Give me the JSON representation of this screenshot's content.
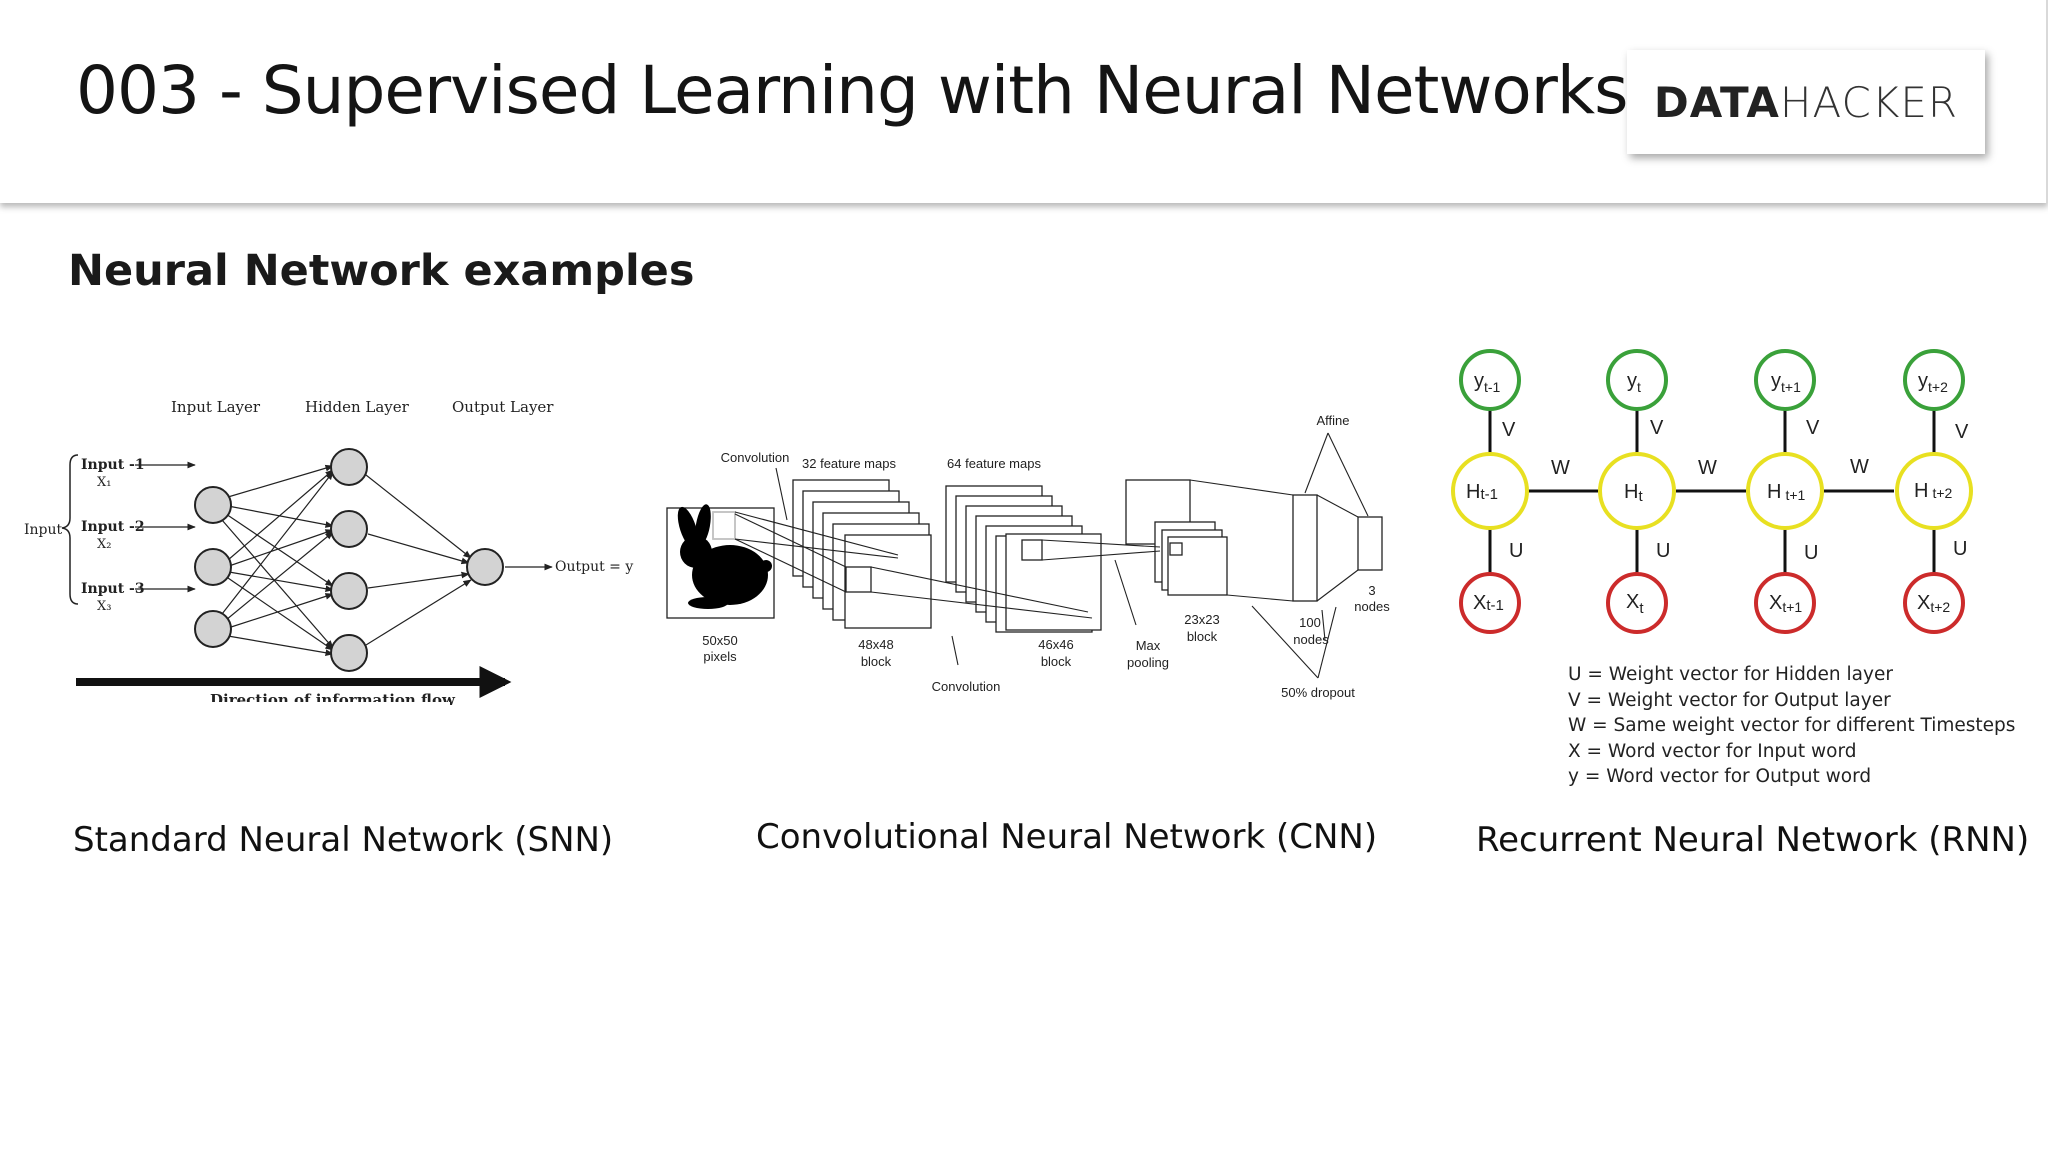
{
  "slide": {
    "title": "003 - Supervised Learning with Neural Networks",
    "logo": {
      "bold": "DATA",
      "light": "HACKER"
    },
    "subtitle": "Neural Network examples"
  },
  "snn": {
    "caption": "Standard Neural Network (SNN)",
    "labels": {
      "input_layer": "Input Layer",
      "hidden_layer": "Hidden Layer",
      "output_layer": "Output Layer",
      "input": "Input",
      "input1": "Input -1",
      "input2": "Input -2",
      "input3": "Input -3",
      "x1": "X₁",
      "x2": "X₂",
      "x3": "X₃",
      "output": "Output = y",
      "flow": "Direction of information flow"
    }
  },
  "cnn": {
    "caption": "Convolutional Neural Network (CNN)",
    "labels": {
      "convolution_top": "Convolution",
      "maps32": "32 feature maps",
      "maps64": "64 feature maps",
      "affine": "Affine",
      "px1": "50x50",
      "px2": "pixels",
      "b48a": "48x48",
      "b48b": "block",
      "convolution_bottom": "Convolution",
      "b46a": "46x46",
      "b46b": "block",
      "max1": "Max",
      "max2": "pooling",
      "b23a": "23x23",
      "b23b": "block",
      "n100a": "100",
      "n100b": "nodes",
      "n3a": "3",
      "n3b": "nodes",
      "dropout": "50% dropout"
    }
  },
  "rnn": {
    "caption": "Recurrent Neural Network (RNN)",
    "labels": {
      "y1": "y",
      "y1s": "t-1",
      "y2": "y",
      "y2s": "t",
      "y3": "y",
      "y3s": "t+1",
      "y4": "y",
      "y4s": "t+2",
      "h1": "H",
      "h1s": "t-1",
      "h2": "H",
      "h2s": "t",
      "h3": "H",
      "h3s": "t+1",
      "h4": "H",
      "h4s": "t+2",
      "x1": "X",
      "x1s": "t-1",
      "x2": "X",
      "x2s": "t",
      "x3": "X",
      "x3s": "t+1",
      "x4": "X",
      "x4s": "t+2",
      "v": "V",
      "u": "U",
      "w": "W"
    },
    "legend": [
      "U = Weight vector for Hidden layer",
      "V = Weight vector for Output layer",
      "W = Same weight vector for different Timesteps",
      "X = Word vector for Input word",
      "y = Word vector for Output word"
    ],
    "colors": {
      "output": "#3aa13a",
      "hidden": "#e8e021",
      "input": "#cc2b2b"
    }
  }
}
